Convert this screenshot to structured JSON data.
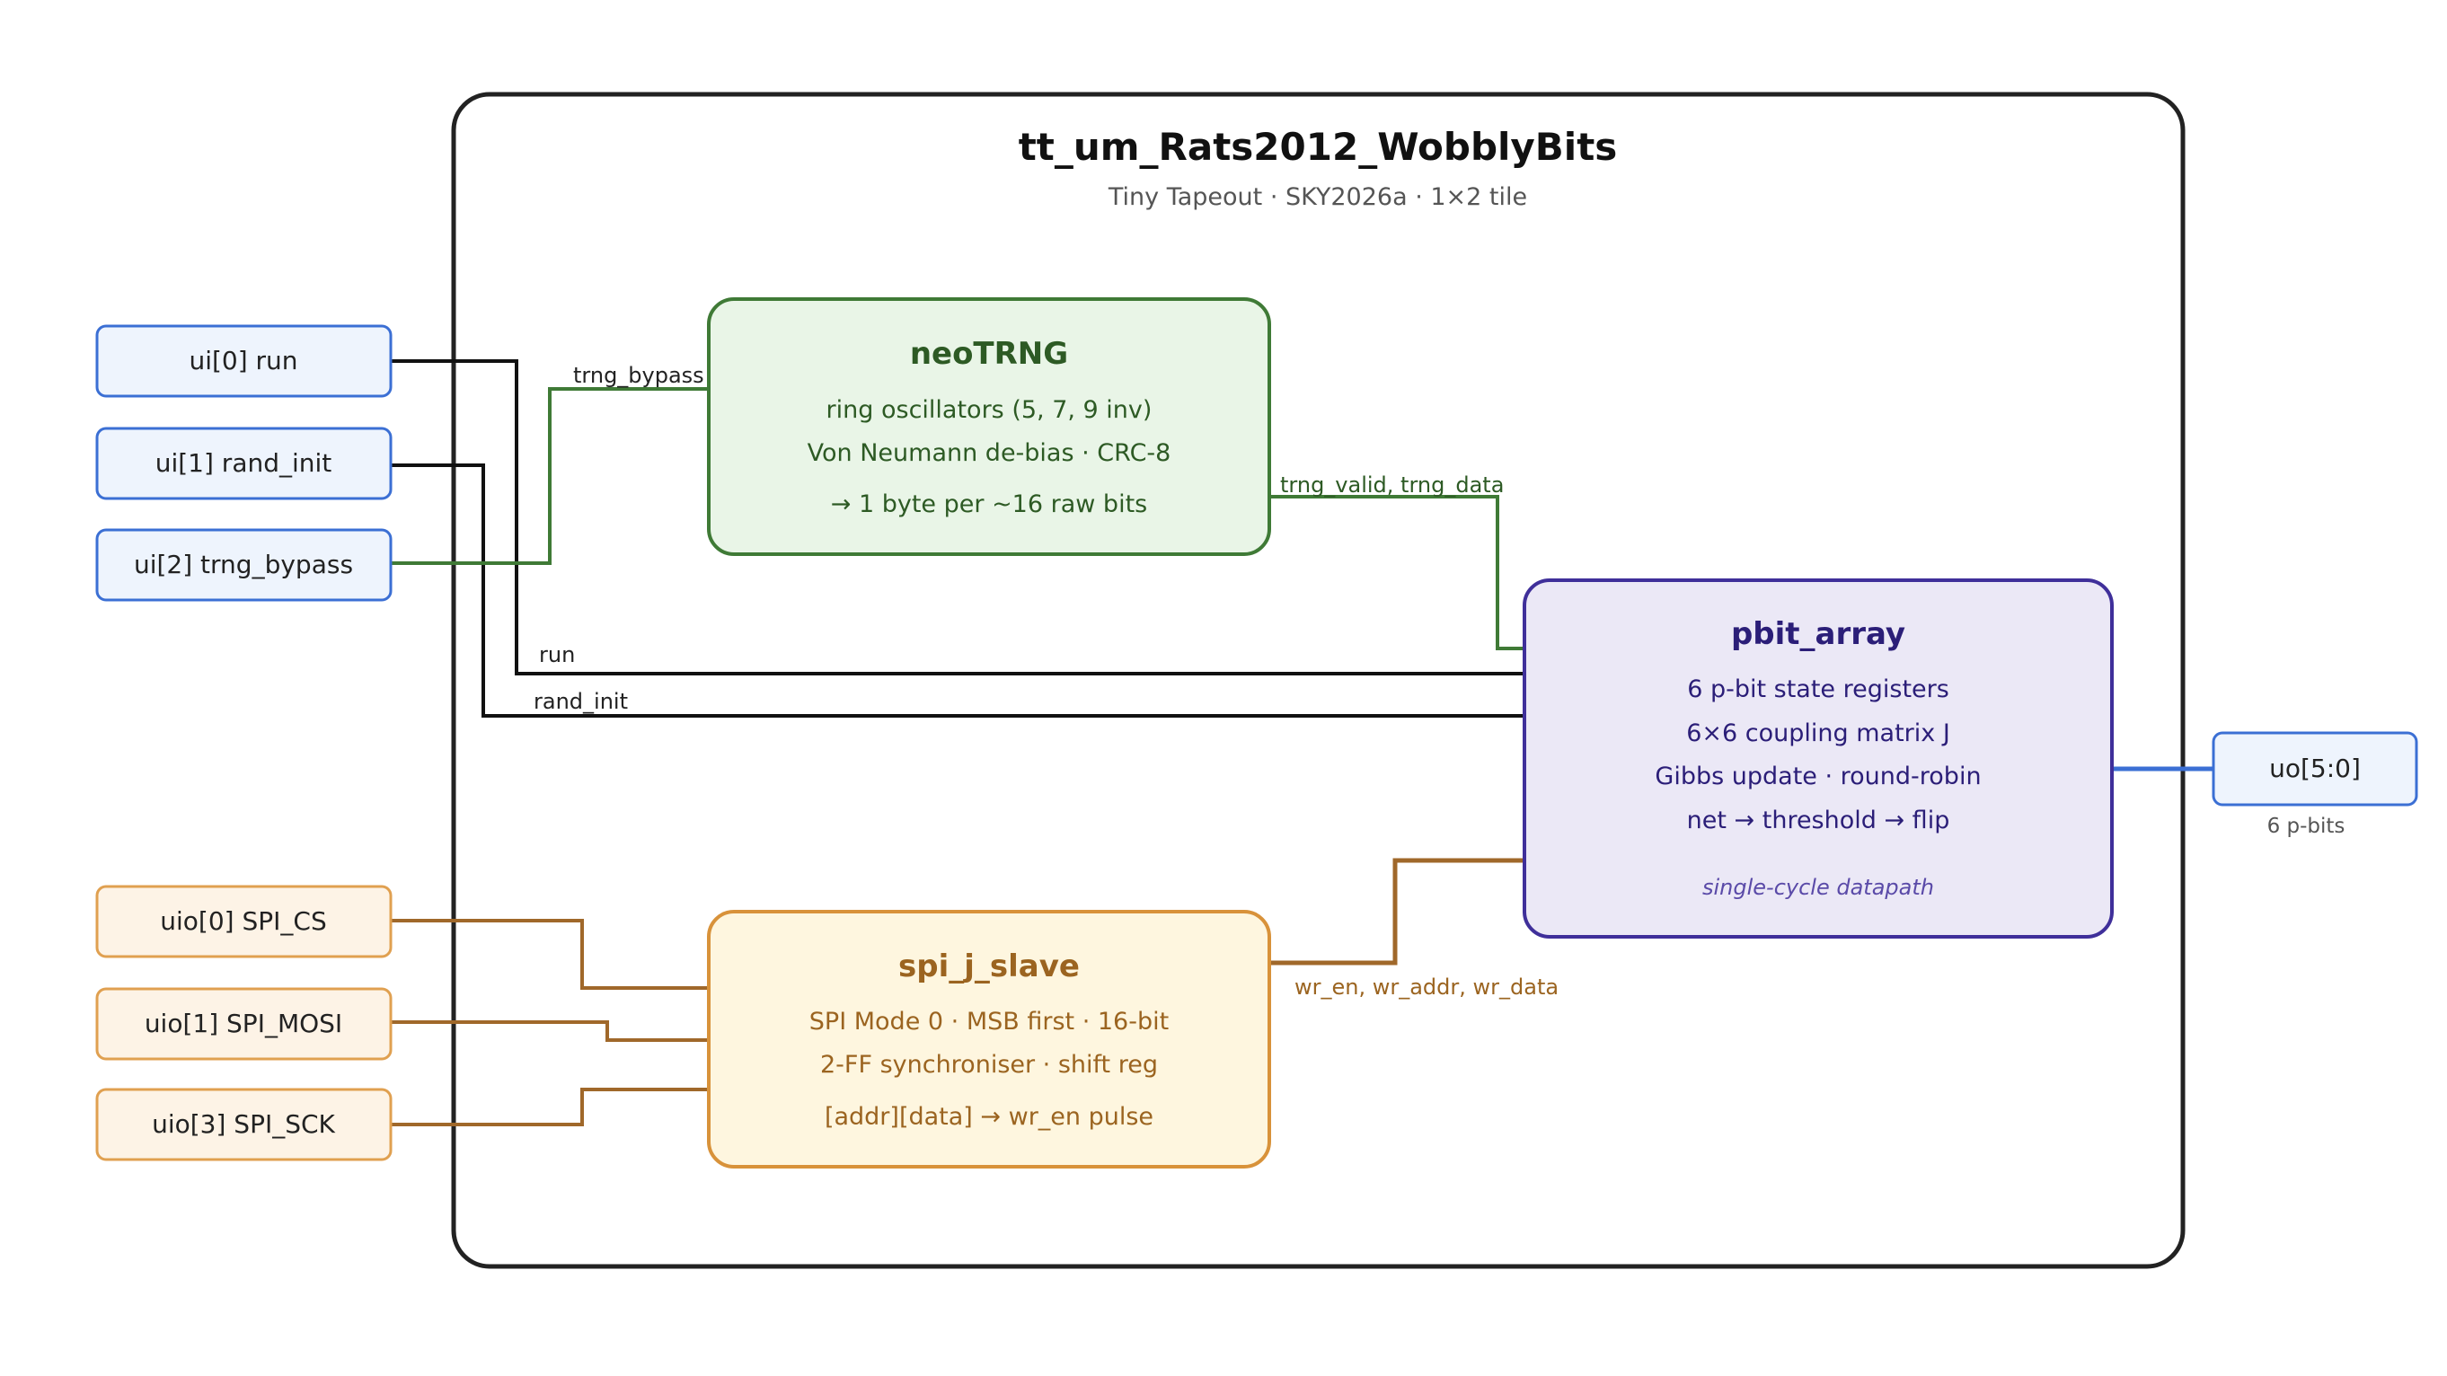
{
  "chip": {
    "title": "tt_um_Rats2012_WobblyBits",
    "subtitle": "Tiny Tapeout · SKY2026a · 1×2 tile"
  },
  "inputs": {
    "run": "ui[0] run",
    "rand_init": "ui[1] rand_init",
    "trng_bypass": "ui[2] trng_bypass"
  },
  "spi_pins": {
    "cs": "uio[0] SPI_CS",
    "mosi": "uio[1] SPI_MOSI",
    "sck": "uio[3] SPI_SCK"
  },
  "output": {
    "label": "uo[5:0]",
    "caption": "6 p-bits"
  },
  "neotrng": {
    "title": "neoTRNG",
    "lines": [
      "ring oscillators (5, 7, 9 inv)",
      "Von Neumann de-bias · CRC-8",
      "→ 1 byte per ~16 raw bits"
    ]
  },
  "pbit_array": {
    "title": "pbit_array",
    "lines": [
      "6 p-bit state registers",
      "6×6 coupling matrix J",
      "Gibbs update · round-robin",
      "net → threshold → flip"
    ],
    "note": "single-cycle datapath"
  },
  "spi_j_slave": {
    "title": "spi_j_slave",
    "lines": [
      "SPI Mode 0 · MSB first · 16-bit",
      "2-FF synchroniser · shift reg",
      "[addr][data] → wr_en pulse"
    ]
  },
  "signals": {
    "trng_bypass": "trng_bypass",
    "run": "run",
    "rand_init": "rand_init",
    "trng_out": "trng_valid, trng_data",
    "spi_out": "wr_en, wr_addr, wr_data"
  },
  "colors": {
    "chip_border": "#222222",
    "input_fill": "#eef4fd",
    "input_stroke": "#3b6fd4",
    "spi_pin_fill": "#fdf3e6",
    "spi_pin_stroke": "#e0a050",
    "trng_fill": "#e9f5e7",
    "trng_stroke": "#3f7a36",
    "trng_text": "#2d5a24",
    "pbit_fill": "#ebe8f6",
    "pbit_stroke": "#3f2f9a",
    "pbit_text": "#2b1e78",
    "spi_fill": "#fef6df",
    "spi_stroke": "#d8923a",
    "spi_text": "#9b6420",
    "spi_wire": "#a0682a",
    "output_wire": "#3b6fd4"
  }
}
